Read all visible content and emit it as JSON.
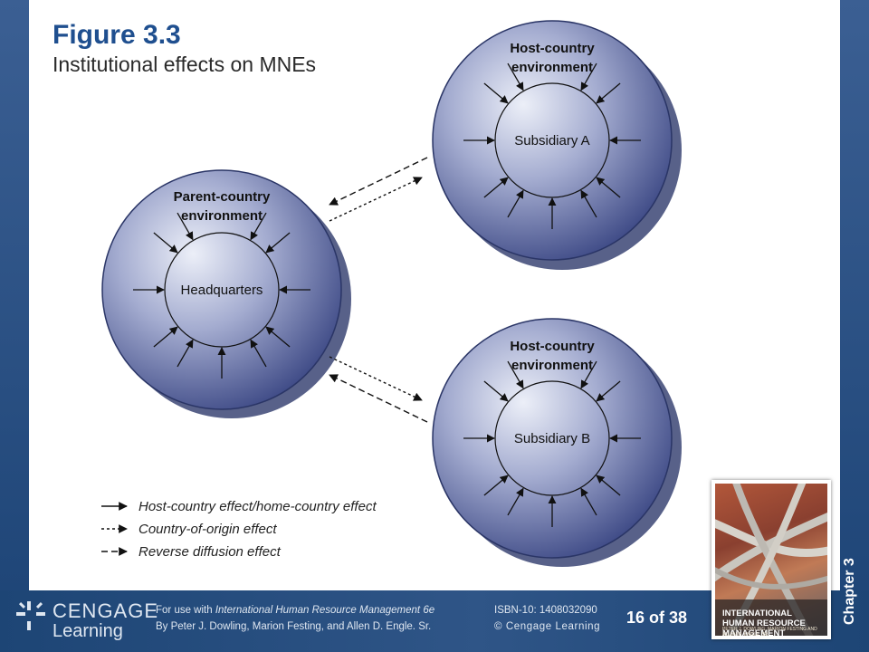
{
  "slide": {
    "title": "Figure 3.3",
    "subtitle": "Institutional effects on MNEs"
  },
  "diagram": {
    "parent": {
      "environment_line1": "Parent-country",
      "environment_line2": "environment",
      "entity": "Headquarters"
    },
    "subsidiary_a": {
      "environment_line1": "Host-country",
      "environment_line2": "environment",
      "entity": "Subsidiary A"
    },
    "subsidiary_b": {
      "environment_line1": "Host-country",
      "environment_line2": "environment",
      "entity": "Subsidiary B"
    }
  },
  "legend": [
    {
      "style": "solid",
      "label": "Host-country effect/home-country effect"
    },
    {
      "style": "dotted",
      "label": "Country-of-origin effect"
    },
    {
      "style": "dashed",
      "label": "Reverse diffusion effect"
    }
  ],
  "footer": {
    "logo_top": "CENGAGE",
    "logo_bottom": "Learning",
    "line1_prefix": "For use with ",
    "line1_book": "International Human Resource Management 6e",
    "line2": "By Peter J. Dowling, Marion Festing, and Allen D. Engle. Sr.",
    "isbn": "ISBN-10: 1408032090",
    "copyright": "© Cengage Learning",
    "page": "16 of 38",
    "chapter": "Chapter 3"
  },
  "book_cover": {
    "title": "INTERNATIONAL HUMAN RESOURCE MANAGEMENT",
    "authors": "PETER J. DOWLING, MARION FESTING AND ALLEN D. ENGLE, SR."
  },
  "colors": {
    "accent": "#1f4f8f",
    "band": "#2b5188",
    "circle_light": "#e6e9f5",
    "circle_dark": "#3e4a86"
  }
}
